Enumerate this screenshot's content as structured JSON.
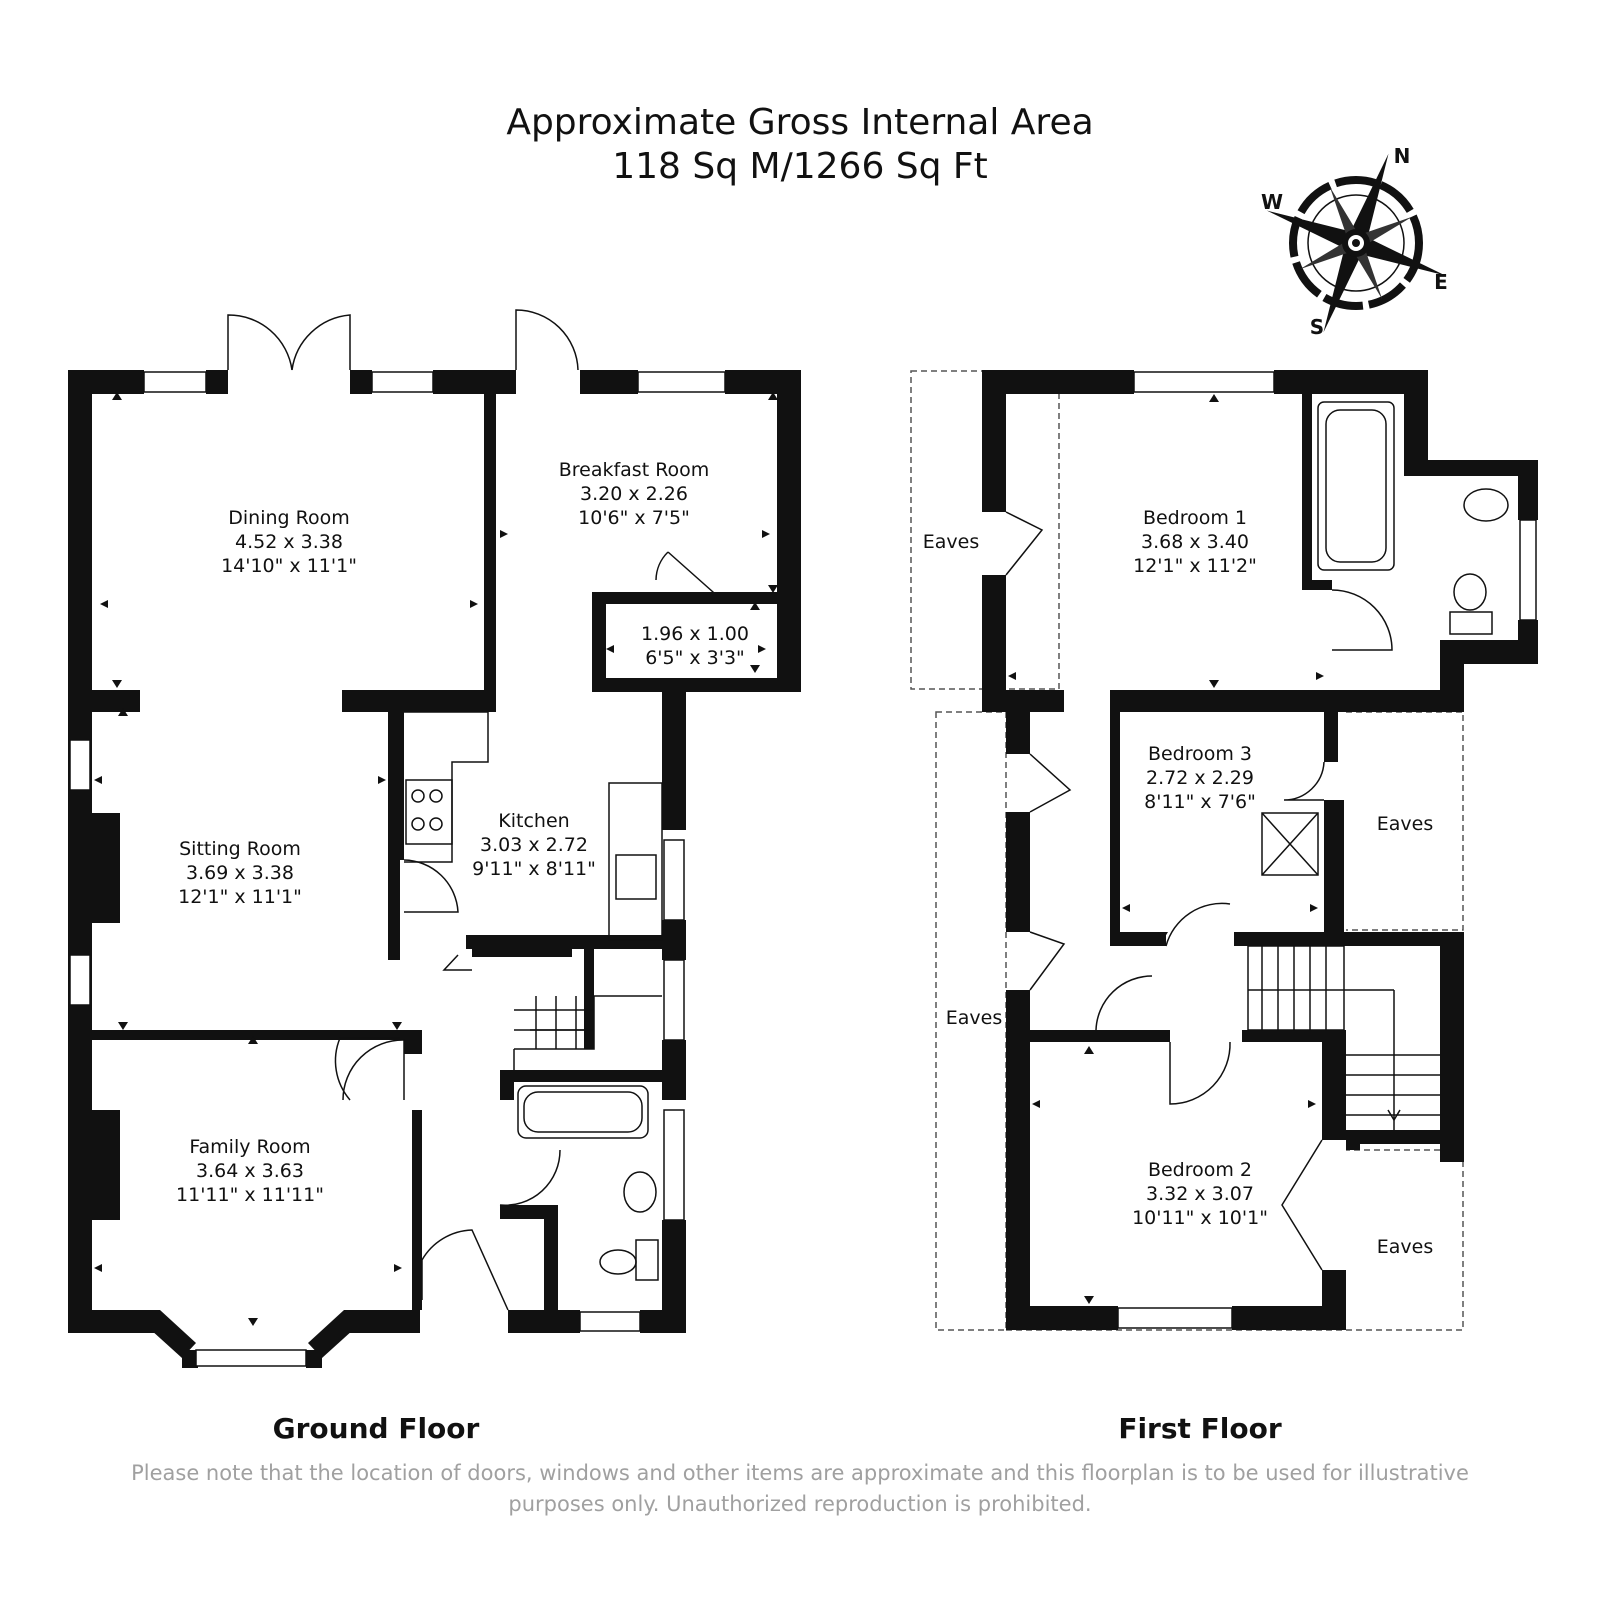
{
  "header": {
    "area_title": "Approximate Gross Internal Area",
    "area_value": "118 Sq M/1266 Sq Ft"
  },
  "compass": {
    "north": "N",
    "east": "E",
    "south": "S",
    "west": "W"
  },
  "ground_floor": {
    "label": "Ground Floor",
    "rooms": [
      {
        "name": "Dining Room",
        "metric": "4.52 x 3.38",
        "imperial": "14'10\" x 11'1\""
      },
      {
        "name": "Breakfast Room",
        "metric": "3.20 x 2.26",
        "imperial": "10'6\" x 7'5\""
      },
      {
        "name": "",
        "metric": "1.96 x 1.00",
        "imperial": "6'5\" x 3'3\""
      },
      {
        "name": "Sitting Room",
        "metric": "3.69 x 3.38",
        "imperial": "12'1\" x 11'1\""
      },
      {
        "name": "Kitchen",
        "metric": "3.03 x 2.72",
        "imperial": "9'11\" x 8'11\""
      },
      {
        "name": "Family Room",
        "metric": "3.64 x 3.63",
        "imperial": "11'11\" x 11'11\""
      }
    ]
  },
  "first_floor": {
    "label": "First Floor",
    "rooms": [
      {
        "name": "Bedroom 1",
        "metric": "3.68 x 3.40",
        "imperial": "12'1\" x 11'2\""
      },
      {
        "name": "Bedroom 3",
        "metric": "2.72 x 2.29",
        "imperial": "8'11\" x 7'6\""
      },
      {
        "name": "Bedroom 2",
        "metric": "3.32 x 3.07",
        "imperial": "10'11\" x 10'1\""
      }
    ],
    "eaves": [
      "Eaves",
      "Eaves",
      "Eaves",
      "Eaves"
    ]
  },
  "disclaimer": "Please note that the location of doors, windows and other items are approximate and this floorplan is to be used for illustrative purposes only. Unauthorized reproduction is prohibited."
}
